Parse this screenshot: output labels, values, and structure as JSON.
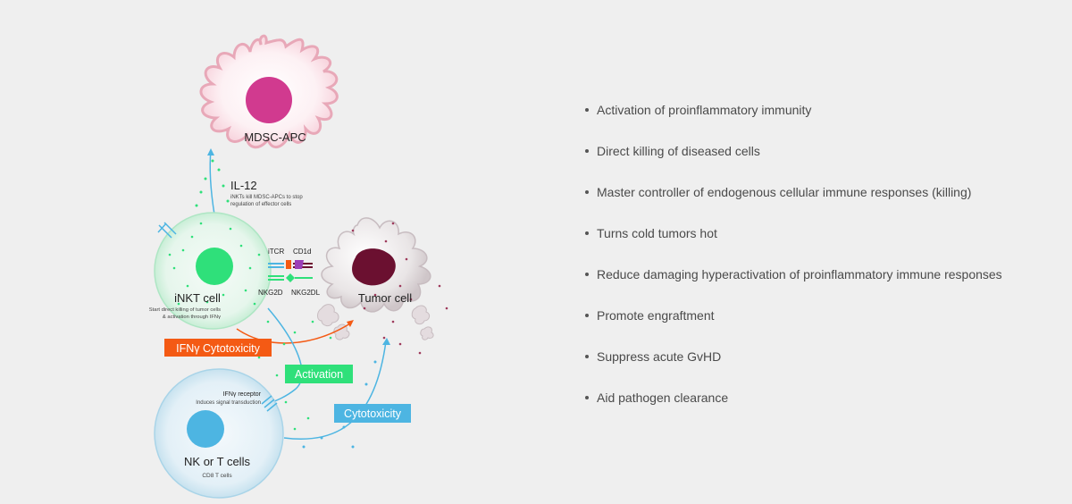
{
  "diagram": {
    "mdsc_apc": {
      "label": "MDSC-APC"
    },
    "il12": {
      "title": "IL-12",
      "note_line1": "iNKTs kill MDSC-APCs to stop",
      "note_line2": "regulation of effector cells"
    },
    "inkt": {
      "label": "iNKT cell",
      "note_line1": "Start direct killing of tumor cells",
      "note_line2": "& activation through IFNγ"
    },
    "tumor": {
      "label": "Tumor cell"
    },
    "receptors": {
      "itcr": "iTCR",
      "cd1d": "CD1d",
      "nkg2d": "NKG2D",
      "nkg2dl": "NKG2DL"
    },
    "ifn_receptor": {
      "line1": "IFNγ receptor",
      "line2": "Induces signal transduction"
    },
    "nk": {
      "label": "NK or T cells",
      "sub": "CD8 T cells"
    },
    "tags": {
      "ifn_cytotoxicity": "IFNγ Cytotoxicity",
      "activation": "Activation",
      "cytotoxicity": "Cytotoxicity"
    },
    "colors": {
      "pink": "#d13a8f",
      "green": "#2fe07a",
      "maroon": "#6b1030",
      "orange": "#f45a14",
      "blue": "#4db5e2"
    }
  },
  "bullets": [
    "Activation of proinflammatory immunity",
    "Direct killing of diseased cells",
    "Master controller of endogenous cellular immune responses (killing)",
    "Turns cold tumors hot",
    "Reduce damaging hyperactivation of proinflammatory immune responses",
    "Promote engraftment",
    "Suppress acute GvHD",
    "Aid pathogen clearance"
  ]
}
